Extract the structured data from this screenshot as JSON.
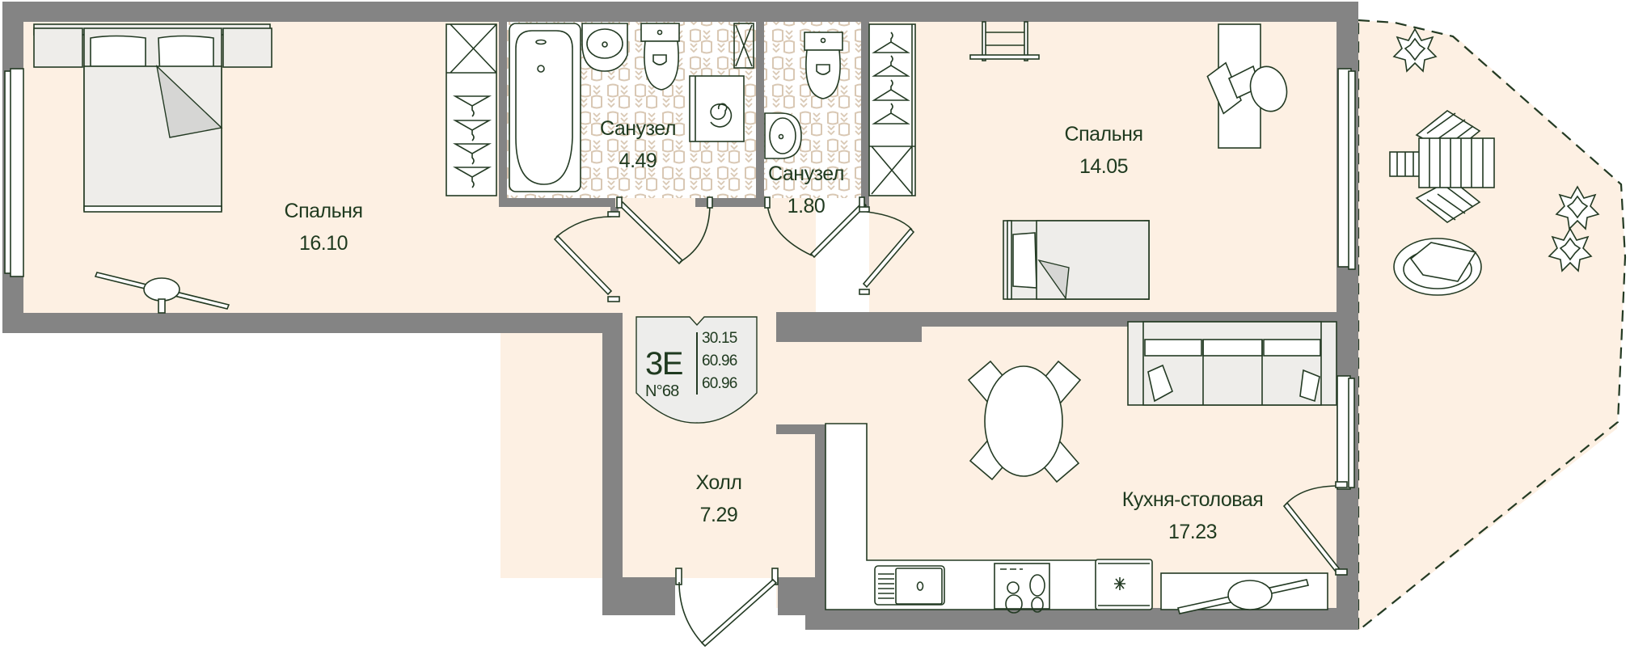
{
  "plan": {
    "apartment": {
      "type_code": "3E",
      "number_label": "N°68",
      "areas": [
        "30.15",
        "60.96",
        "60.96"
      ]
    },
    "rooms": [
      {
        "id": "bedroom-1",
        "name": "Спальня",
        "area": "16.10"
      },
      {
        "id": "bathroom-1",
        "name": "Санузел",
        "area": "4.49"
      },
      {
        "id": "bathroom-2",
        "name": "Санузел",
        "area": "1.80"
      },
      {
        "id": "bedroom-2",
        "name": "Спальня",
        "area": "14.05"
      },
      {
        "id": "hall",
        "name": "Холл",
        "area": "7.29"
      },
      {
        "id": "kitchen-dining",
        "name": "Кухня-столовая",
        "area": "17.23"
      }
    ],
    "colors": {
      "wall": "#848484",
      "floor": "#fdf0e3",
      "text": "#1f3a1f",
      "tile_pattern": "#d9c8b4",
      "furniture_fill": "#eeedea"
    }
  }
}
